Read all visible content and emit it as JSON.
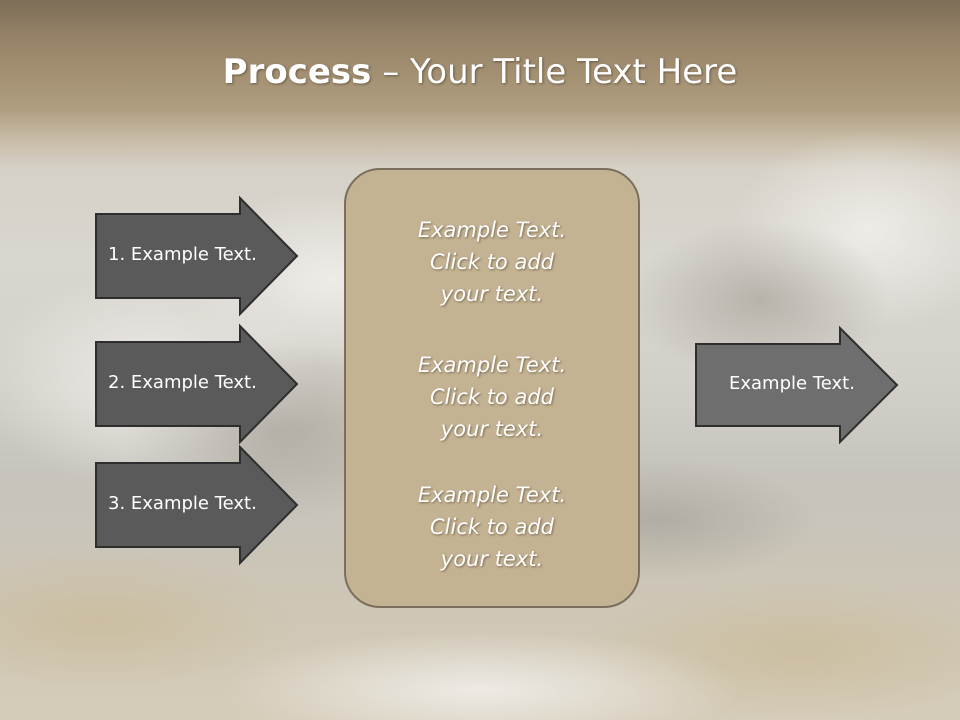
{
  "slide": {
    "title_bold": "Process",
    "title_sep": " – ",
    "title_rest": "Your Title Text Here"
  },
  "left_steps": [
    {
      "label": "1. Example Text."
    },
    {
      "label": "2. Example Text."
    },
    {
      "label": "3. Example Text."
    }
  ],
  "center_box": {
    "paragraphs": [
      {
        "line1": "Example Text.",
        "line2": "Click  to add",
        "line3": "your text."
      },
      {
        "line1": "Example Text.",
        "line2": "Click  to add",
        "line3": "your text."
      },
      {
        "line1": "Example Text.",
        "line2": "Click  to add",
        "line3": "your text."
      }
    ]
  },
  "right_output": {
    "label": "Example Text."
  },
  "colors": {
    "arrow_dark_fill": "#5a5a5a",
    "arrow_light_fill": "#6e6e6e",
    "arrow_stroke": "#2e2e2e",
    "center_box_fill": "#c4b393",
    "center_box_border": "#7a6f5c",
    "title_text": "#ffffff"
  }
}
